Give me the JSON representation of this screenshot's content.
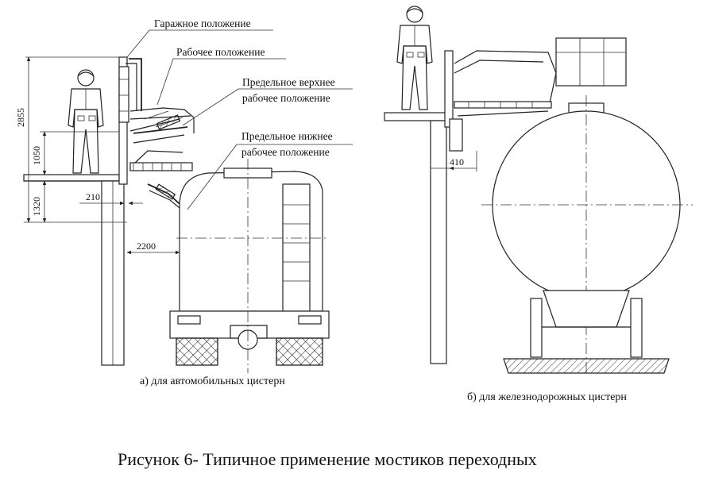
{
  "labels": {
    "garage": "Гаражное положение",
    "working": "Рабочее положение",
    "upper_line1": "Предельное верхнее",
    "upper_line2": "рабочее положение",
    "lower_line1": "Предельное нижнее",
    "lower_line2": "рабочее положение"
  },
  "dimensions": {
    "d2855": "2855",
    "d1050": "1050",
    "d1320": "1320",
    "d210": "210",
    "d2200": "2200",
    "d410": "410"
  },
  "captions": {
    "a": "а) для автомобильных цистерн",
    "b": "б) для железнодорожных цистерн",
    "figure": "Рисунок 6- Типичное применение мостиков переходных"
  }
}
